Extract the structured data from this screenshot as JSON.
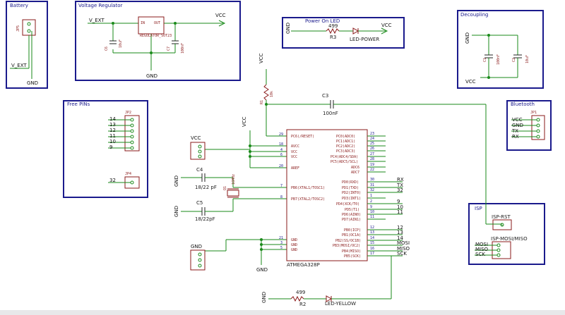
{
  "sections": {
    "battery": "Battery",
    "regulator": "Voltage Regulator",
    "power_led": "Power On LED",
    "decoupling": "Decoupling",
    "free_pins": "Free PINs",
    "bluetooth": "Bluetooth",
    "isp": "ISP"
  },
  "nets": {
    "vext": "V_EXT",
    "vcc": "VCC",
    "gnd": "GND",
    "mosi": "MOSI",
    "miso": "MISO",
    "sck": "SCK",
    "rx": "RX",
    "tx": "TX"
  },
  "parts": {
    "jp5": "JP5",
    "reg": "REGULATOR_SOT23",
    "reg_in": "IN",
    "reg_out": "OUT",
    "c6": "C6",
    "c6v": "10uF",
    "c7": "C7",
    "c7v": "100nF",
    "r3": "R3",
    "r3v": "499",
    "led_power": "LED-POWER",
    "c1": "C1",
    "c1v": "100nF",
    "c2": "C2",
    "c2v": "10uF",
    "jp2": "JP2",
    "jp4": "JP4",
    "jp1": "JP1",
    "r1": "R1",
    "r1v": "10k",
    "c3": "C3",
    "c3v": "100nF",
    "c4": "C4",
    "c4v": "18/22 pF",
    "c5": "C5",
    "c5v": "18/22pF",
    "q1": "Q1",
    "q1v": "16MHz",
    "mcu": "ATMEGA328P",
    "r2": "R2",
    "r2v": "499",
    "led_yellow": "LED-YELLOW",
    "isp_rst": "ISP-RST",
    "isp_mosi": "ISP-MOSI/MISO"
  },
  "free_pin_labels": [
    "14",
    "13",
    "12",
    "11",
    "10",
    "9"
  ],
  "jp4_label": "32",
  "bt_labels": [
    "VCC",
    "GND",
    "TX",
    "RX"
  ],
  "mcu_left_pins": [
    "PC6(/RESET)",
    "AVCC",
    "VCC",
    "VCC",
    "AREF",
    "PB6(XTAL1/TOSC1)",
    "PB7(XTAL2/TOSC2)",
    "GND",
    "GND",
    "GND"
  ],
  "mcu_left_nums": [
    "29",
    "18",
    "4",
    "6",
    "20",
    "7",
    "8",
    "21",
    "3",
    "5"
  ],
  "mcu_right_c": [
    "PC0(ADC0)",
    "PC1(ADC1)",
    "PC2(ADC2)",
    "PC3(ADC3)",
    "PC4(ADC4/SDA)",
    "PC5(ADC5/SCL)",
    "ADC6",
    "ADC7"
  ],
  "mcu_right_c_nums": [
    "23",
    "24",
    "25",
    "26",
    "27",
    "28",
    "19",
    "22"
  ],
  "mcu_right_d": [
    "PD0(RXD)",
    "PD1(TXD)",
    "PD2(INT0)",
    "PD3(INT1)",
    "PD4(XCK/T0)",
    "PD5(T1)",
    "PD6(AIN0)",
    "PD7(AIN1)"
  ],
  "mcu_right_d_nums": [
    "30",
    "31",
    "32",
    "1",
    "2",
    "9",
    "10",
    "11"
  ],
  "mcu_right_d_labels": [
    "RX",
    "TX",
    "32",
    "",
    "9",
    "10",
    "11",
    ""
  ],
  "mcu_right_b": [
    "PB0(ICP)",
    "PB1(OC1A)",
    "PB2(SS/OC1B)",
    "PB3(MOSI/OC2)",
    "PB4(MISO)",
    "PB5(SCK)"
  ],
  "mcu_right_b_nums": [
    "12",
    "13",
    "14",
    "15",
    "16",
    "17"
  ],
  "mcu_right_b_labels": [
    "12",
    "13",
    "14",
    "MOSI",
    "MISO",
    "SCK"
  ],
  "isp_labels": [
    "MOSI",
    "MISO",
    "SCK"
  ]
}
